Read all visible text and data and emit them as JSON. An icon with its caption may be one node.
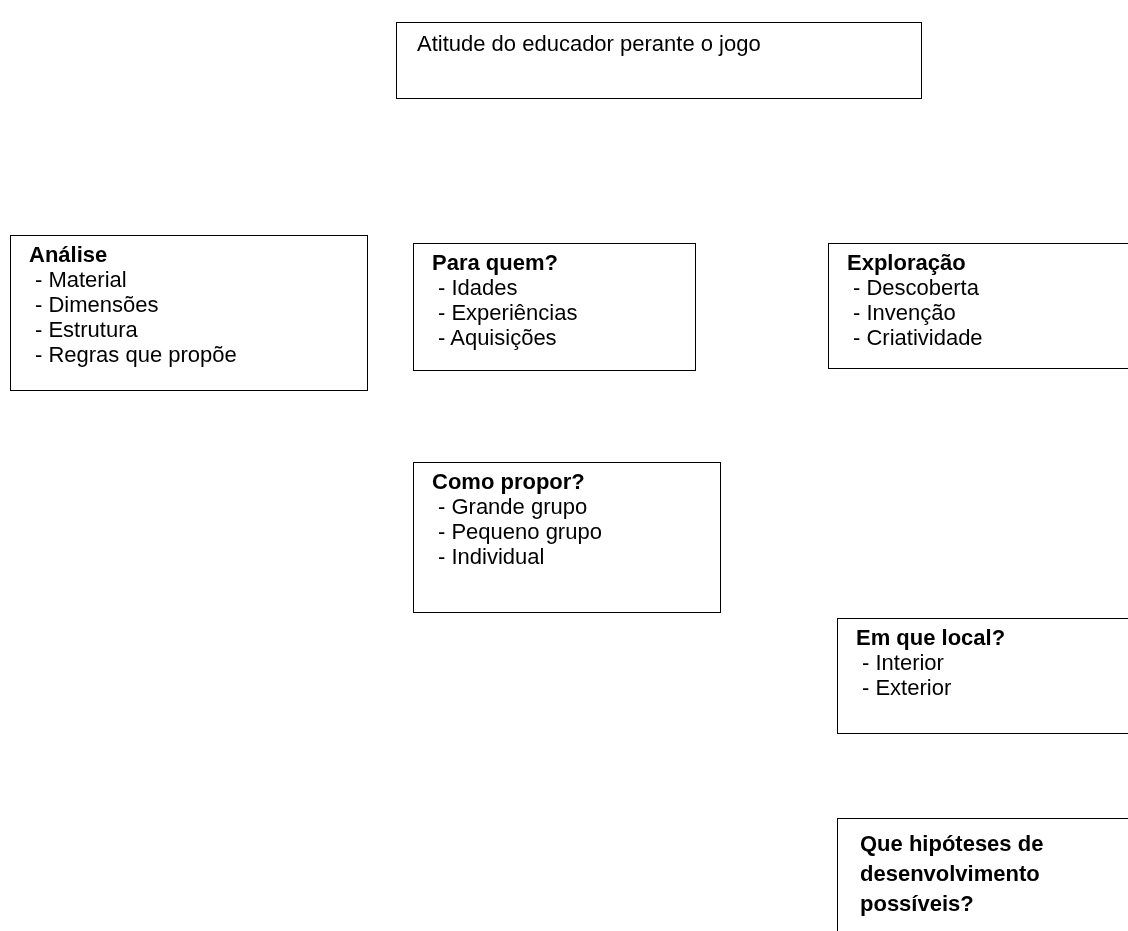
{
  "diagram": {
    "nodes": [
      {
        "text": [
          "Atitude do educador perante o jogo"
        ]
      },
      {
        "text": [
          "Análise",
          "- Material",
          "- Dimensões",
          "- Estrutura",
          "- Regras que propõe"
        ]
      },
      {
        "text": [
          "Para quem?",
          "- Idades",
          "- Experiências",
          "- Aquisições"
        ]
      },
      {
        "text": [
          "Exploração",
          "- Descoberta",
          "- Invenção",
          "- Criatividade"
        ]
      },
      {
        "text": [
          "Como propor?",
          "- Grande grupo",
          "- Pequeno grupo",
          "- Individual"
        ]
      },
      {
        "text": [
          "Em que local?",
          "- Interior",
          "- Exterior"
        ]
      },
      {
        "text": [
          "Que hipóteses de desenvolvimento possíveis?"
        ]
      }
    ]
  }
}
